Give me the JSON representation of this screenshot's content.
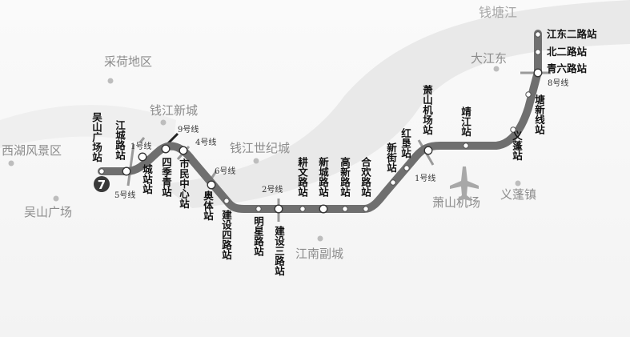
{
  "line": {
    "number": "7"
  },
  "places": {
    "river": "钱塘江",
    "caihe": "采荷地区",
    "qianjiang_newtown": "钱江新城",
    "westlake": "西湖风景区",
    "wushan_square": "吴山广场",
    "qianjiang_century": "钱江世纪城",
    "jiangnan": "江南副城",
    "dajiangdong": "大江东",
    "airport": "萧山机场",
    "yipeng_town": "义蓬镇"
  },
  "stations": {
    "wushan_guangchang": "吴山广场站",
    "jiangcheng_lu": "江城路站",
    "chengzhan": "城站站",
    "siji_qing": "四季青站",
    "shimin_zhongxin": "市民中心站",
    "aoti": "奥体站",
    "jianshe_si_lu": "建设四路站",
    "mingxing_lu": "明星路站",
    "jianshe_san_lu": "建设三路站",
    "gengwen_lu": "耕文路站",
    "xincheng_lu": "新城路站",
    "gaoxin_lu": "高新路站",
    "hehuan_lu": "合欢路站",
    "xinjie": "新街站",
    "hongken": "红垦站",
    "xiaoshan_airport": "萧山机场站",
    "jingjiang": "靖江站",
    "yipeng": "义蓬站",
    "tangxin_xian": "塘新线站",
    "qingliu_lu": "青六路站",
    "bei_er_lu": "北二路站",
    "jiangdong_er_lu": "江东二路站"
  },
  "transfers": {
    "line1_a": "1号线",
    "line5": "5号线",
    "line9": "9号线",
    "line4": "4号线",
    "line6": "6号线",
    "line2": "2号线",
    "line1_b": "1号线",
    "line8": "8号线"
  }
}
